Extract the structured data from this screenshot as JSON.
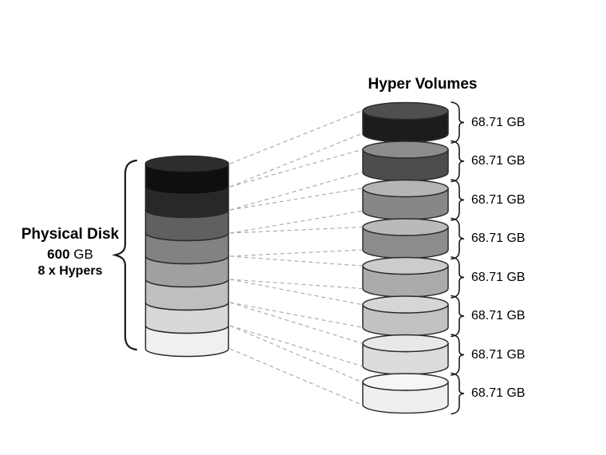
{
  "header": {
    "title": "Hyper Volumes"
  },
  "physical_disk": {
    "label": "Physical Disk",
    "capacity_value": "600",
    "capacity_unit": " GB",
    "hypers_note": "8 x Hypers",
    "top_face_color": "#2e2e2e",
    "segment_colors": [
      "#0f0f0f",
      "#282828",
      "#606060",
      "#828282",
      "#a0a0a0",
      "#bfbfbf",
      "#d8d8d8",
      "#f0f0f0"
    ]
  },
  "volumes": [
    {
      "label": "68.71 GB",
      "body_color": "#1c1c1c",
      "top_color": "#4f4f4f"
    },
    {
      "label": "68.71 GB",
      "body_color": "#4d4d4d",
      "top_color": "#8c8c8c"
    },
    {
      "label": "68.71 GB",
      "body_color": "#878787",
      "top_color": "#b5b5b5"
    },
    {
      "label": "68.71 GB",
      "body_color": "#8c8c8c",
      "top_color": "#bababa"
    },
    {
      "label": "68.71 GB",
      "body_color": "#ababab",
      "top_color": "#cccccc"
    },
    {
      "label": "68.71 GB",
      "body_color": "#c2c2c2",
      "top_color": "#d6d6d6"
    },
    {
      "label": "68.71 GB",
      "body_color": "#dcdcdc",
      "top_color": "#e8e8e8"
    },
    {
      "label": "68.71 GB",
      "body_color": "#efefef",
      "top_color": "#f6f6f6"
    }
  ],
  "colors": {
    "outline": "#2b2b2b",
    "connector": "#a6a6a6",
    "brace": "#1a1a1a"
  }
}
